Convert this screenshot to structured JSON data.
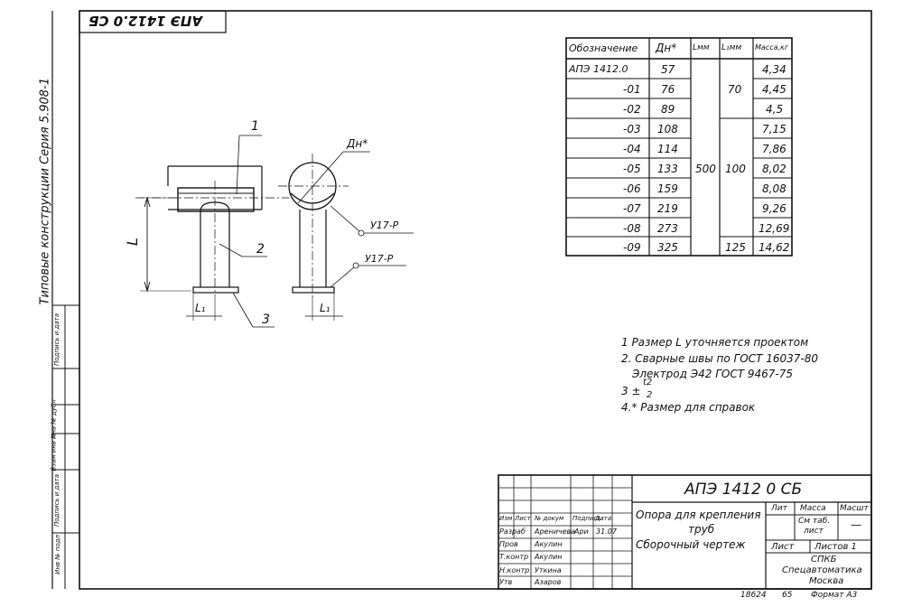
{
  "sheet": {
    "stamp_top": "АПЭ 1412.0 СБ",
    "series_vertical": "Типовые конструкции   Серия   5.908-1",
    "side_fields": [
      "Инв № подл",
      "Подпись и дата",
      "Взам инв №",
      "Инв № дубл",
      "Подпись и дата"
    ]
  },
  "drawing": {
    "callouts": [
      "1",
      "2",
      "3"
    ],
    "dim_L": "L",
    "dim_L1_left": "L₁",
    "dim_L1_right": "L₁",
    "dim_Dn": "Дн*",
    "weld_top": "У17-Р",
    "weld_bottom": "У17-Р"
  },
  "table": {
    "headers": [
      "Обозначение",
      "Дн*",
      "Lмм",
      "L₁мм",
      "Масса,кг"
    ],
    "rows": [
      {
        "designation": "АПЭ 1412.0",
        "dn": "57",
        "mass": "4,34"
      },
      {
        "designation": "-01",
        "dn": "76",
        "mass": "4,45"
      },
      {
        "designation": "-02",
        "dn": "89",
        "mass": "4,5"
      },
      {
        "designation": "-03",
        "dn": "108",
        "mass": "7,15"
      },
      {
        "designation": "-04",
        "dn": "114",
        "mass": "7,86"
      },
      {
        "designation": "-05",
        "dn": "133",
        "mass": "8,02"
      },
      {
        "designation": "-06",
        "dn": "159",
        "mass": "8,08"
      },
      {
        "designation": "-07",
        "dn": "219",
        "mass": "9,26"
      },
      {
        "designation": "-08",
        "dn": "273",
        "mass": "12,69"
      },
      {
        "designation": "-09",
        "dn": "325",
        "mass": "14,62"
      }
    ],
    "L_value": "500",
    "L1_group_a": "70",
    "L1_group_b": "100",
    "L1_group_c": "125"
  },
  "notes": {
    "n1": "1 Размер L уточняется проектом",
    "n2": "2. Сварные швы по ГОСТ 16037-80",
    "n2b": "Электрод Э42 ГОСТ 9467-75",
    "n3": "3 ±",
    "n3_num": "t2",
    "n3_den": "2",
    "n4": "4.* Размер для справок"
  },
  "title_block": {
    "code": "АПЭ 1412 0 СБ",
    "name_line1": "Опора для крепления",
    "name_line2": "труб",
    "name_line3": "Сборочный чертеж",
    "col_lit": "Лит",
    "col_mass": "Масса",
    "col_scale": "Масшт",
    "mass_value": "См таб.",
    "mass_value2": "лист",
    "scale_value": "—",
    "sheet_label": "Лист",
    "sheets_label": "Листов 1",
    "org_line1": "СПКБ",
    "org_line2": "Спецавтоматика",
    "org_line3": "Москва",
    "hdr_izm": "Изм",
    "hdr_list": "Лист",
    "hdr_doc": "№ докум",
    "hdr_sign": "Подпись",
    "hdr_date": "Дата",
    "roles": [
      {
        "role": "Разраб",
        "name": "Ареничева",
        "sign": "Ари",
        "date": "31.07"
      },
      {
        "role": "Пров",
        "name": "Акулин",
        "sign": "",
        "date": ""
      },
      {
        "role": "Т.контр",
        "name": "Акулин",
        "sign": "",
        "date": ""
      },
      {
        "role": "",
        "name": "",
        "sign": "",
        "date": ""
      },
      {
        "role": "Н.контр",
        "name": "Уткина",
        "sign": "",
        "date": ""
      },
      {
        "role": "Утв",
        "name": "Азаров",
        "sign": "",
        "date": ""
      }
    ],
    "footer_number": "18624",
    "footer_b": "65",
    "footer_format": "Формат А3"
  }
}
